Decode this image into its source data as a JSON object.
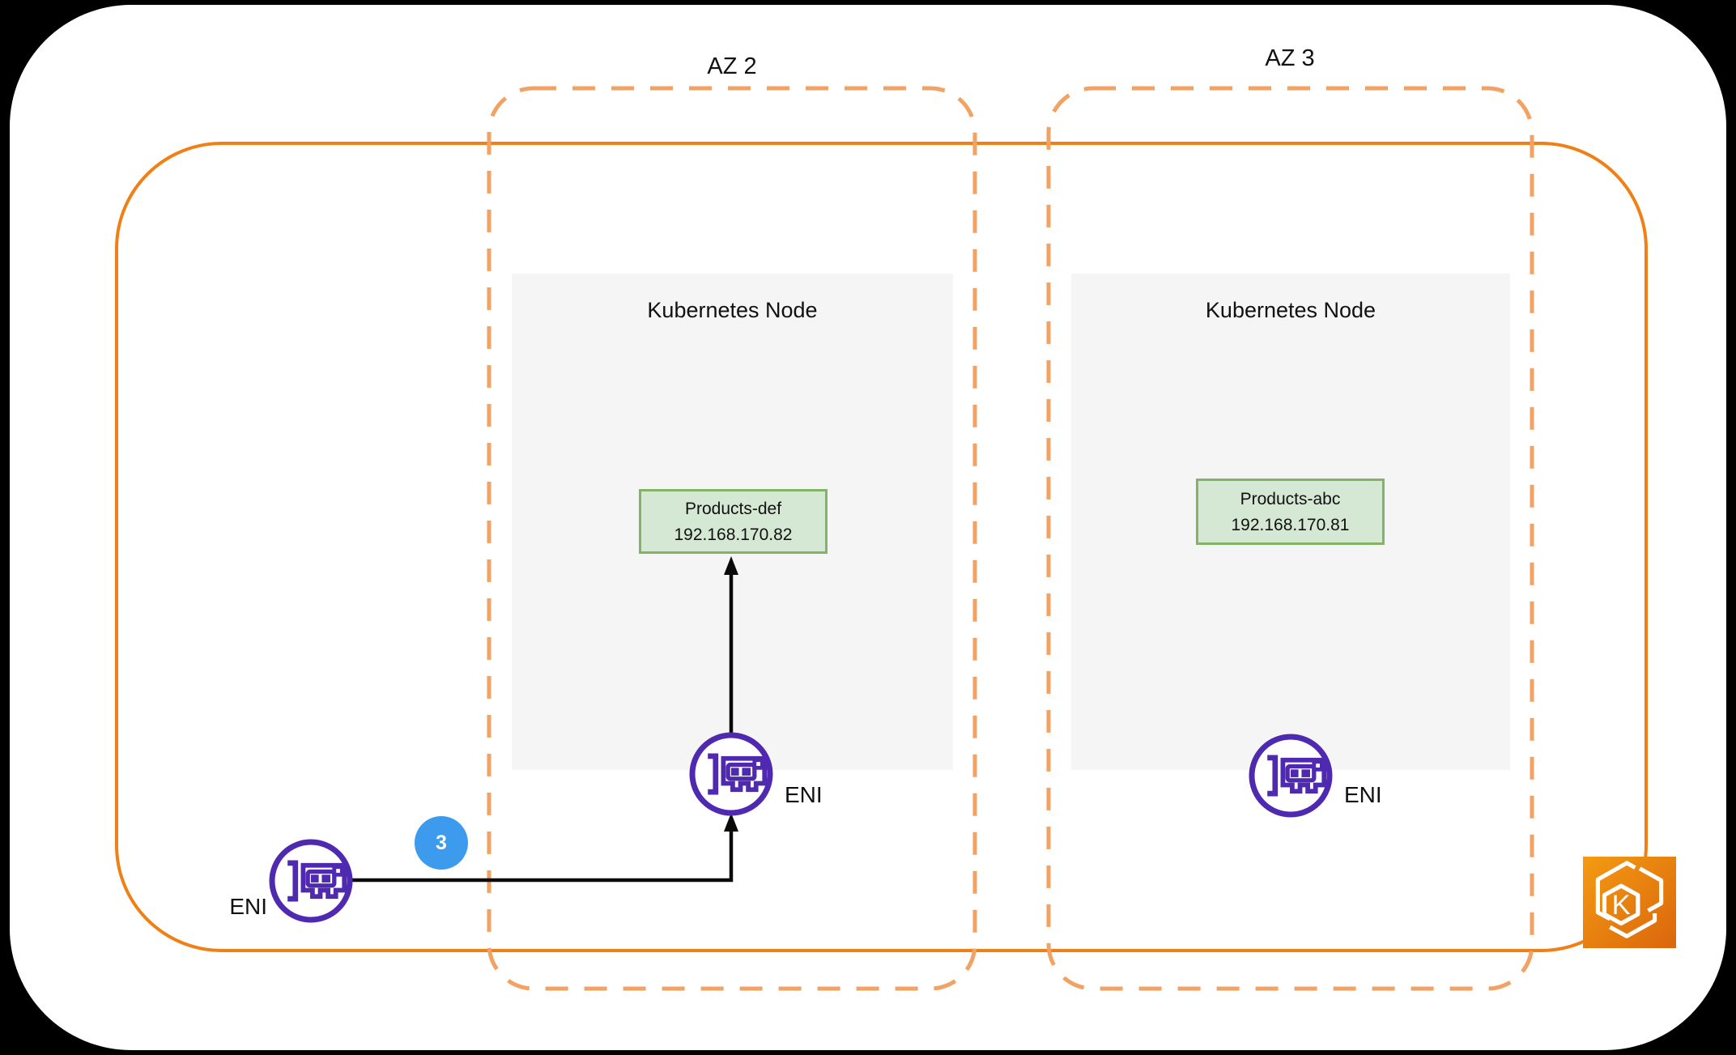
{
  "diagram": {
    "kind": "eks-cross-az-networking"
  },
  "colors": {
    "vpc_border": "#f08016",
    "az_border": "#f2a263",
    "node_fill": "#f5f5f5",
    "pod_fill": "#d5e8d4",
    "pod_border": "#82b366",
    "eni_purple": "#4f2ab0",
    "badge_blue": "#3d9bee",
    "arrow": "#000000",
    "eks_gradient_start": "#f49b12",
    "eks_gradient_end": "#db660c"
  },
  "zones": [
    {
      "label": "AZ 2",
      "node": {
        "title": "Kubernetes Node",
        "pod": {
          "name": "Products-def",
          "ip": "192.168.170.82"
        }
      },
      "eni_label": "ENI"
    },
    {
      "label": "AZ 3",
      "node": {
        "title": "Kubernetes Node",
        "pod": {
          "name": "Products-abc",
          "ip": "192.168.170.81"
        }
      },
      "eni_label": "ENI"
    }
  ],
  "external_eni": {
    "label": "ENI"
  },
  "badge": {
    "value": "3"
  },
  "eks": {
    "letter": "K"
  }
}
